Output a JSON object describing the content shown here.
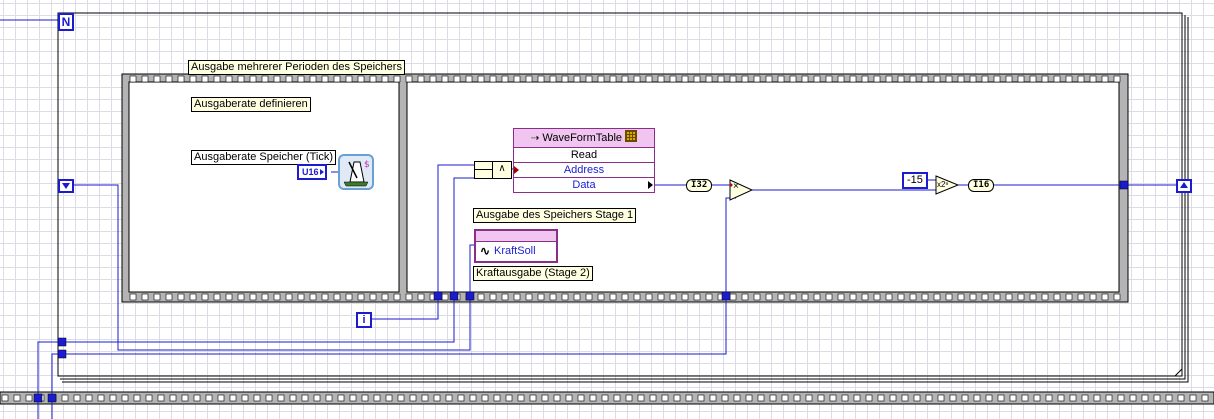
{
  "diagram": {
    "for_loop": {
      "count_terminal": "N",
      "iteration_terminal": "i"
    },
    "frames": {
      "outer_frame_label": "Ausgabe mehrerer Perioden des Speichers",
      "frame1_label": "Ausgaberate definieren",
      "frame1_control_label": "Ausgaberate Speicher (Tick)",
      "frame1_control_type": "U16",
      "frame1_node_icon": "metronome-icon"
    },
    "memory_node": {
      "title": "WaveFormTable",
      "title_icon": "arrow-right-icon",
      "table_icon": "grid-icon",
      "rows": [
        "Read",
        "Address",
        "Data"
      ]
    },
    "and_function": {
      "symbol": "∧"
    },
    "conversions": {
      "to_i32": "I32",
      "to_i16": "I16"
    },
    "multiply": {
      "symbol": "×"
    },
    "scale_power2": {
      "symbol": "x2ⁿ",
      "constant": "-15"
    },
    "kraft_node": {
      "label_top": "Ausgabe des Speichers Stage 1",
      "name": "KraftSoll",
      "label_bottom": "Kraftausgabe (Stage 2)"
    },
    "shift_registers": {
      "left_icon": "shift-register-down-icon",
      "right_icon": "shift-register-up-icon"
    },
    "colors": {
      "wire": "#1b1bd0",
      "frame_gray": "#b4b4b4",
      "label_bg": "#ffffe1",
      "memory_header": "#f0c6f0"
    }
  }
}
